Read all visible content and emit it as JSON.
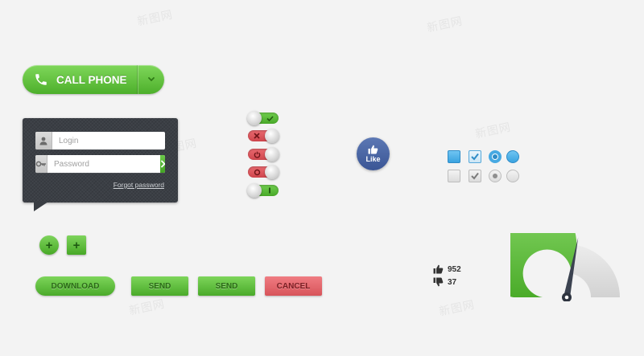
{
  "call_button": {
    "label": "CALL PHONE"
  },
  "login": {
    "login_placeholder": "Login",
    "password_placeholder": "Password",
    "forgot_label": "Forgot password"
  },
  "toggles": [
    {
      "state": "on",
      "color": "green",
      "symbol": "check-icon"
    },
    {
      "state": "off",
      "color": "red",
      "symbol": "x-icon"
    },
    {
      "state": "off",
      "color": "red",
      "symbol": "power-icon"
    },
    {
      "state": "off",
      "color": "red",
      "symbol": "o-icon"
    },
    {
      "state": "on",
      "color": "green",
      "symbol": "i-icon"
    }
  ],
  "like": {
    "label": "Like"
  },
  "votes": {
    "up": "952",
    "down": "37"
  },
  "buttons": {
    "download": "DOWNLOAD",
    "send1": "SEND",
    "send2": "SEND",
    "cancel": "CANCEL"
  },
  "gauge": {
    "value_fraction": 0.56
  },
  "watermark": "新图网",
  "colors": {
    "green": "#5cbf3a",
    "red": "#e0585e",
    "blue": "#3aa3e0",
    "facebook": "#4965a4",
    "panel": "#3b3f45"
  }
}
